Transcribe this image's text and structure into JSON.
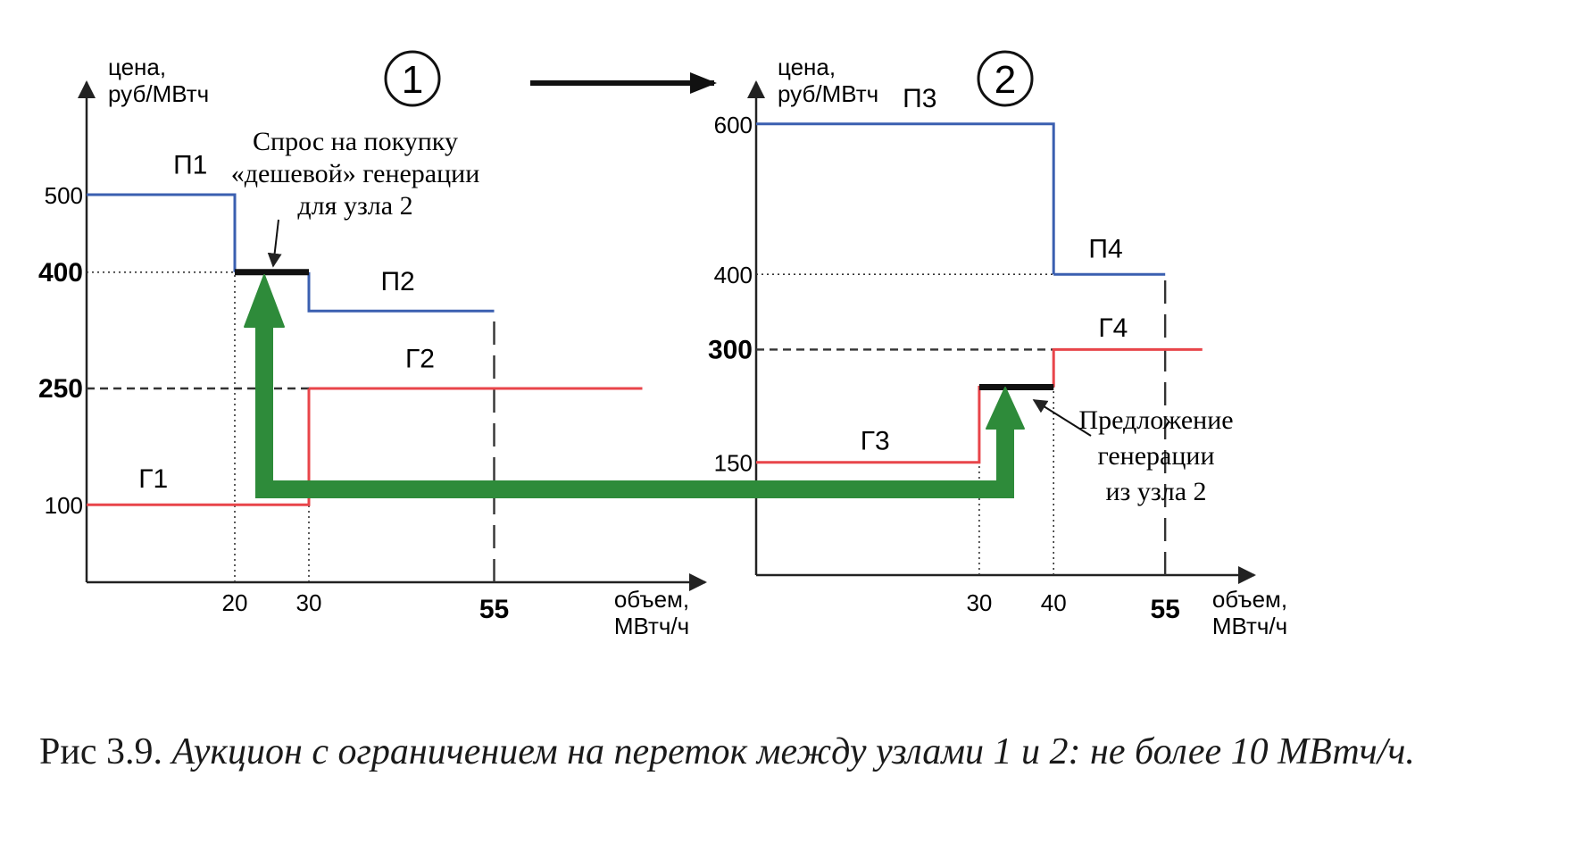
{
  "chart_data": [
    {
      "type": "line",
      "node_label": "1",
      "ylabel": "цена,\nруб/МВтч",
      "xlabel": "объем,\nМВтч/ч",
      "xlim": [
        0,
        80
      ],
      "ylim": [
        0,
        650
      ],
      "x_ticks": [
        {
          "value": 20,
          "label": "20",
          "bold": false
        },
        {
          "value": 30,
          "label": "30",
          "bold": false
        },
        {
          "value": 55,
          "label": "55",
          "bold": true
        }
      ],
      "y_ticks": [
        {
          "value": 100,
          "label": "100",
          "bold": false
        },
        {
          "value": 250,
          "label": "250",
          "bold": true
        },
        {
          "value": 400,
          "label": "400",
          "bold": true
        },
        {
          "value": 500,
          "label": "500",
          "bold": false
        }
      ],
      "series": [
        {
          "name": "П1",
          "role": "demand",
          "color": "#3a5fb0",
          "points": [
            [
              0,
              500
            ],
            [
              20,
              500
            ],
            [
              20,
              400
            ]
          ]
        },
        {
          "name": "П2",
          "role": "demand",
          "color": "#3a5fb0",
          "points": [
            [
              30,
              400
            ],
            [
              30,
              350
            ],
            [
              55,
              350
            ]
          ]
        },
        {
          "name": "Г1",
          "role": "supply",
          "color": "#e8454a",
          "points": [
            [
              0,
              100
            ],
            [
              30,
              100
            ],
            [
              30,
              250
            ]
          ]
        },
        {
          "name": "Г2",
          "role": "supply",
          "color": "#e8454a",
          "points": [
            [
              30,
              250
            ],
            [
              75,
              250
            ]
          ]
        }
      ],
      "highlight_segment": {
        "x": [
          20,
          30
        ],
        "y": 400
      },
      "annotation": "Спрос на покупку\n«дешевой» генерации\nдля узла 2"
    },
    {
      "type": "line",
      "node_label": "2",
      "ylabel": "цена,\nруб/МВтч",
      "xlabel": "объем,\nМВтч/ч",
      "xlim": [
        0,
        65
      ],
      "ylim": [
        0,
        650
      ],
      "x_ticks": [
        {
          "value": 30,
          "label": "30",
          "bold": false
        },
        {
          "value": 40,
          "label": "40",
          "bold": false
        },
        {
          "value": 55,
          "label": "55",
          "bold": true
        }
      ],
      "y_ticks": [
        {
          "value": 150,
          "label": "150",
          "bold": false
        },
        {
          "value": 300,
          "label": "300",
          "bold": true
        },
        {
          "value": 400,
          "label": "400",
          "bold": false
        },
        {
          "value": 600,
          "label": "600",
          "bold": false
        }
      ],
      "series": [
        {
          "name": "П3",
          "role": "demand",
          "color": "#3a5fb0",
          "points": [
            [
              0,
              600
            ],
            [
              40,
              600
            ],
            [
              40,
              400
            ]
          ]
        },
        {
          "name": "П4",
          "role": "demand",
          "color": "#3a5fb0",
          "points": [
            [
              40,
              400
            ],
            [
              55,
              400
            ]
          ]
        },
        {
          "name": "Г3",
          "role": "supply",
          "color": "#e8454a",
          "points": [
            [
              0,
              150
            ],
            [
              30,
              150
            ],
            [
              30,
              250
            ],
            [
              40,
              250
            ]
          ]
        },
        {
          "name": "Г4",
          "role": "supply",
          "color": "#e8454a",
          "points": [
            [
              40,
              250
            ],
            [
              40,
              300
            ],
            [
              60,
              300
            ]
          ]
        }
      ],
      "highlight_segment": {
        "x": [
          30,
          40
        ],
        "y": 250
      },
      "annotation": "Предложение\nгенерации\nиз узла 2"
    }
  ],
  "flow_arrow_color": "#2e8b3a",
  "caption": {
    "prefix": "Рис 3.9. ",
    "text": "Аукцион с ограничением на переток  между узлами 1 и 2: не более 10 МВтч/ч."
  }
}
